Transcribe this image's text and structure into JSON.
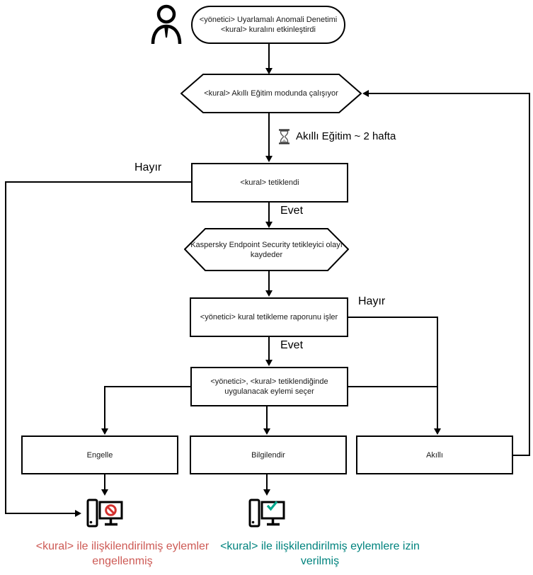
{
  "colors": {
    "line_black": "#000000",
    "blocked_text": "#cd5a55",
    "allowed_text": "#00837e",
    "prohibition_red": "#d3312e",
    "check_green": "#00a88e"
  },
  "nodes": {
    "start": {
      "line1": "<yönetici> Uyarlamalı Anomali Denetimi",
      "line2": "<kural> kuralını etkinleştirdi"
    },
    "training_mode": {
      "label": "<kural> Akıllı Eğitim modunda çalışıyor"
    },
    "rule_triggered": {
      "label": "<kural> tetiklendi"
    },
    "event_logged": {
      "line1": "Kaspersky Endpoint Security tetikleyici olayı",
      "line2": "kaydeder"
    },
    "report_processed": {
      "label": "<yönetici> kural tetikleme raporunu işler"
    },
    "action_selected": {
      "line1": "<yönetici>, <kural> tetiklendiğinde",
      "line2": "uygulanacak eylemi seçer"
    },
    "block": {
      "label": "Engelle"
    },
    "inform": {
      "label": "Bilgilendir"
    },
    "smart": {
      "label": "Akıllı"
    }
  },
  "edges": {
    "hayir1": "Hayır",
    "evet1": "Evet",
    "hayir2": "Hayır",
    "evet2": "Evet",
    "training_duration": "Akıllı Eğitim ~ 2 hafta"
  },
  "captions": {
    "blocked": {
      "line1": "<kural> ile ilişkilendirilmiş eylemler",
      "line2": "engellenmiş"
    },
    "allowed": {
      "line1": "<kural> ile ilişkilendirilmiş eylemlere izin",
      "line2": "verilmiş"
    }
  },
  "icons": {
    "actor": "person-silhouette",
    "hourglass": "hourglass",
    "blocked_computer": "computer-with-prohibition-sign",
    "allowed_computer": "computer-with-check-mark"
  }
}
